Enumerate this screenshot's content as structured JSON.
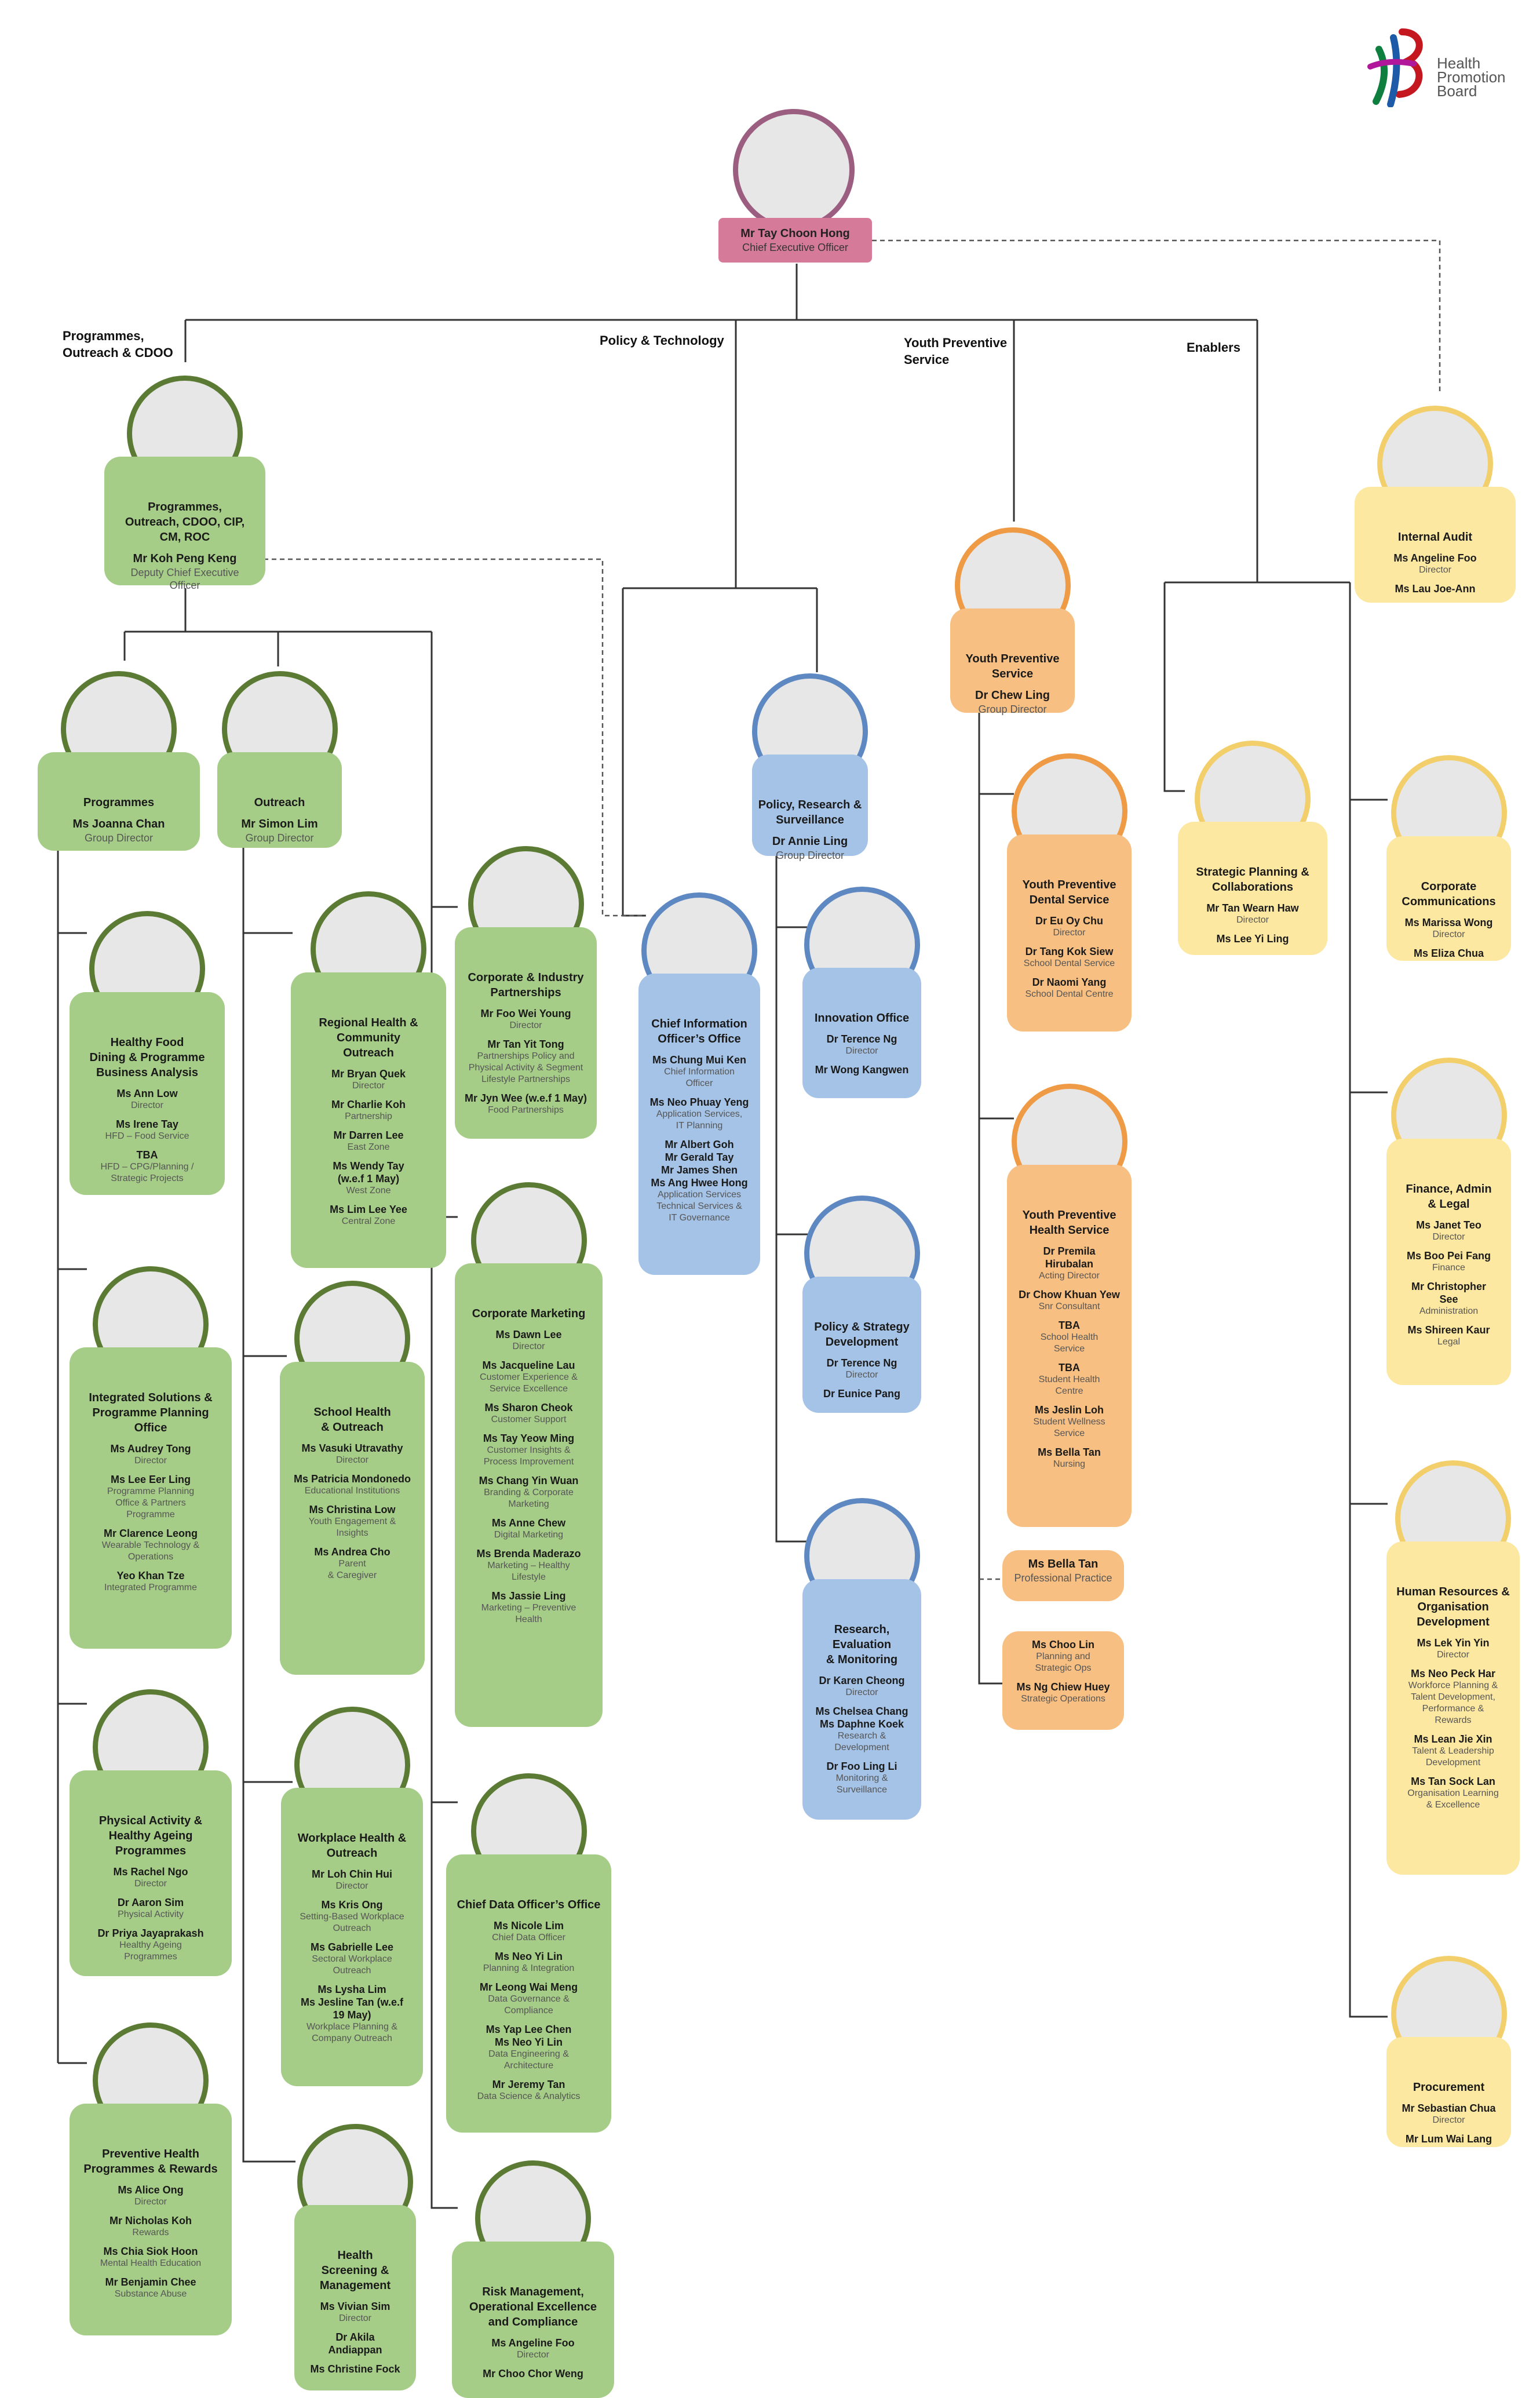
{
  "logo": {
    "line1": "Health",
    "line2": "Promotion",
    "line3": "Board"
  },
  "ceo": {
    "name": "Mr Tay Choon Hong",
    "role": "Chief Executive Officer"
  },
  "sections": {
    "programmes": "Programmes,\nOutreach & CDOO",
    "policy": "Policy & Technology",
    "youth": "Youth Preventive\nService",
    "enablers": "Enablers"
  },
  "cards": [
    {
      "id": "dce",
      "color": "green",
      "title": "Programmes,\nOutreach, CDOO, CIP,\nCM, ROC",
      "people": [
        {
          "name": "Mr Koh Peng Keng",
          "role": "Deputy Chief Executive\nOfficer"
        }
      ]
    },
    {
      "id": "prog",
      "color": "green",
      "title": "Programmes",
      "people": [
        {
          "name": "Ms Joanna Chan",
          "role": "Group Director"
        }
      ]
    },
    {
      "id": "outreach",
      "color": "green",
      "title": "Outreach",
      "people": [
        {
          "name": "Mr Simon Lim",
          "role": "Group Director"
        }
      ]
    },
    {
      "id": "hfd",
      "color": "green",
      "title": "Healthy Food\nDining & Programme\nBusiness Analysis",
      "people": [
        {
          "name": "Ms Ann Low",
          "role": "Director"
        },
        {
          "name": "Ms Irene Tay",
          "role": "HFD – Food Service"
        },
        {
          "name": "TBA",
          "role": "HFD – CPG/Planning /\nStrategic Projects"
        }
      ]
    },
    {
      "id": "isppo",
      "color": "green",
      "title": "Integrated Solutions &\nProgramme Planning\nOffice",
      "people": [
        {
          "name": "Ms Audrey Tong",
          "role": "Director"
        },
        {
          "name": "Ms Lee Eer Ling",
          "role": "Programme Planning\nOffice & Partners\nProgramme"
        },
        {
          "name": "Mr Clarence Leong",
          "role": "Wearable Technology &\nOperations"
        },
        {
          "name": "Yeo Khan Tze",
          "role": "Integrated Programme"
        }
      ]
    },
    {
      "id": "paha",
      "color": "green",
      "title": "Physical Activity &\nHealthy Ageing\nProgrammes",
      "people": [
        {
          "name": "Ms Rachel Ngo",
          "role": "Director"
        },
        {
          "name": "Dr Aaron Sim",
          "role": "Physical Activity"
        },
        {
          "name": "Dr Priya Jayaprakash",
          "role": "Healthy Ageing\nProgrammes"
        }
      ]
    },
    {
      "id": "phpr",
      "color": "green",
      "title": "Preventive Health\nProgrammes & Rewards",
      "people": [
        {
          "name": "Ms Alice Ong",
          "role": "Director"
        },
        {
          "name": "Mr Nicholas Koh",
          "role": "Rewards"
        },
        {
          "name": "Ms Chia Siok Hoon",
          "role": "Mental Health Education"
        },
        {
          "name": "Mr Benjamin Chee",
          "role": "Substance Abuse"
        }
      ]
    },
    {
      "id": "rhco",
      "color": "green",
      "title": "Regional Health &\nCommunity\nOutreach",
      "people": [
        {
          "name": "Mr Bryan Quek",
          "role": "Director"
        },
        {
          "name": "Mr Charlie Koh",
          "role": "Partnership"
        },
        {
          "name": "Mr Darren Lee",
          "role": "East Zone"
        },
        {
          "name": "Ms Wendy Tay\n(w.e.f 1 May)",
          "role": "West Zone"
        },
        {
          "name": "Ms Lim Lee Yee",
          "role": "Central Zone"
        }
      ]
    },
    {
      "id": "sho",
      "color": "green",
      "title": "School Health\n& Outreach",
      "people": [
        {
          "name": "Ms Vasuki Utravathy",
          "role": "Director"
        },
        {
          "name": "Ms Patricia Mondonedo",
          "role": "Educational Institutions"
        },
        {
          "name": "Ms Christina Low",
          "role": "Youth Engagement &\nInsights"
        },
        {
          "name": "Ms Andrea Cho",
          "role": "Parent\n& Caregiver"
        }
      ]
    },
    {
      "id": "who",
      "color": "green",
      "title": "Workplace Health &\nOutreach",
      "people": [
        {
          "name": "Mr Loh Chin Hui",
          "role": "Director"
        },
        {
          "name": "Ms Kris Ong",
          "role": "Setting-Based Workplace\nOutreach"
        },
        {
          "name": "Ms Gabrielle Lee",
          "role": "Sectoral Workplace\nOutreach"
        },
        {
          "name": "Ms Lysha Lim\nMs Jesline Tan  (w.e.f\n19 May)",
          "role": "Workplace Planning &\nCompany Outreach"
        }
      ]
    },
    {
      "id": "hsm",
      "color": "green",
      "title": "Health\nScreening &\nManagement",
      "people": [
        {
          "name": "Ms Vivian Sim",
          "role": "Director"
        },
        {
          "name": "Dr Akila\nAndiappan",
          "role": ""
        },
        {
          "name": "Ms Christine Fock",
          "role": ""
        }
      ]
    },
    {
      "id": "cip",
      "color": "green",
      "title": "Corporate & Industry\nPartnerships",
      "people": [
        {
          "name": "Mr Foo Wei Young",
          "role": "Director"
        },
        {
          "name": "Mr Tan Yit Tong",
          "role": "Partnerships Policy and\nPhysical Activity & Segment\nLifestyle Partnerships"
        },
        {
          "name": "Mr Jyn Wee (w.e.f 1 May)",
          "role": "Food Partnerships"
        }
      ]
    },
    {
      "id": "cm",
      "color": "green",
      "title": "Corporate Marketing",
      "people": [
        {
          "name": "Ms Dawn Lee",
          "role": "Director"
        },
        {
          "name": "Ms Jacqueline Lau",
          "role": "Customer Experience &\nService Excellence"
        },
        {
          "name": "Ms Sharon Cheok",
          "role": "Customer Support"
        },
        {
          "name": "Ms Tay Yeow Ming",
          "role": "Customer Insights &\nProcess Improvement"
        },
        {
          "name": "Ms Chang Yin Wuan",
          "role": "Branding & Corporate\nMarketing"
        },
        {
          "name": "Ms Anne Chew",
          "role": "Digital Marketing"
        },
        {
          "name": "Ms Brenda Maderazo",
          "role": "Marketing – Healthy\nLifestyle"
        },
        {
          "name": "Ms Jassie Ling",
          "role": "Marketing – Preventive\nHealth"
        }
      ]
    },
    {
      "id": "cdoo",
      "color": "green",
      "title": "Chief Data Officer’s Office",
      "people": [
        {
          "name": "Ms Nicole Lim",
          "role": "Chief Data Officer"
        },
        {
          "name": "Ms Neo Yi Lin",
          "role": "Planning & Integration"
        },
        {
          "name": "Mr Leong Wai Meng",
          "role": "Data Governance &\nCompliance"
        },
        {
          "name": "Ms Yap Lee Chen\nMs Neo Yi Lin",
          "role": "Data Engineering &\nArchitecture"
        },
        {
          "name": "Mr Jeremy Tan",
          "role": "Data Science & Analytics"
        }
      ]
    },
    {
      "id": "rmoe",
      "color": "green",
      "title": "Risk Management,\nOperational Excellence\nand Compliance",
      "people": [
        {
          "name": "Ms Angeline Foo",
          "role": "Director"
        },
        {
          "name": "Mr Choo Chor Weng",
          "role": ""
        }
      ]
    },
    {
      "id": "cio",
      "color": "blue",
      "title": "Chief Information\nOfficer’s Office",
      "people": [
        {
          "name": "Ms Chung Mui Ken",
          "role": "Chief Information\nOfficer"
        },
        {
          "name": "Ms Neo Phuay Yeng",
          "role": "Application Services,\nIT Planning"
        },
        {
          "name": "Mr Albert Goh\nMr Gerald Tay\nMr James Shen\nMs Ang Hwee Hong",
          "role": "Application Services\nTechnical Services &\nIT Governance"
        }
      ]
    },
    {
      "id": "prs",
      "color": "blue",
      "title": "Policy, Research &\nSurveillance",
      "people": [
        {
          "name": "Dr Annie Ling",
          "role": "Group Director"
        }
      ]
    },
    {
      "id": "inno",
      "color": "blue",
      "title": "Innovation Office",
      "people": [
        {
          "name": "Dr Terence Ng",
          "role": "Director"
        },
        {
          "name": "Mr Wong Kangwen",
          "role": ""
        }
      ]
    },
    {
      "id": "psd",
      "color": "blue",
      "title": "Policy & Strategy\nDevelopment",
      "people": [
        {
          "name": "Dr Terence Ng",
          "role": "Director"
        },
        {
          "name": "Dr Eunice Pang",
          "role": ""
        }
      ]
    },
    {
      "id": "rem",
      "color": "blue",
      "title": "Research, Evaluation\n& Monitoring",
      "people": [
        {
          "name": "Dr Karen Cheong",
          "role": "Director"
        },
        {
          "name": "Ms Chelsea Chang\nMs Daphne Koek",
          "role": "Research &\nDevelopment"
        },
        {
          "name": "Dr Foo Ling Li",
          "role": "Monitoring &\nSurveillance"
        }
      ]
    },
    {
      "id": "yps",
      "color": "orange",
      "title": "Youth Preventive\nService",
      "people": [
        {
          "name": "Dr Chew Ling",
          "role": "Group Director"
        }
      ]
    },
    {
      "id": "ypds",
      "color": "orange",
      "title": "Youth Preventive\nDental Service",
      "people": [
        {
          "name": "Dr Eu Oy Chu",
          "role": "Director"
        },
        {
          "name": "Dr Tang Kok Siew",
          "role": "School Dental Service"
        },
        {
          "name": "Dr Naomi Yang",
          "role": "School Dental Centre"
        }
      ]
    },
    {
      "id": "yphs",
      "color": "orange",
      "title": "Youth Preventive\nHealth Service",
      "people": [
        {
          "name": "Dr Premila\nHirubalan",
          "role": "Acting Director"
        },
        {
          "name": "Dr Chow Khuan Yew",
          "role": "Snr Consultant"
        },
        {
          "name": "TBA",
          "role": "School Health\nService"
        },
        {
          "name": "TBA",
          "role": "Student Health\nCentre"
        },
        {
          "name": "Ms Jeslin Loh",
          "role": "Student Wellness\nService"
        },
        {
          "name": "Ms Bella Tan",
          "role": "Nursing"
        }
      ]
    },
    {
      "id": "pp",
      "color": "orange",
      "title": "",
      "people": [
        {
          "name": "Ms Bella Tan",
          "role": "Professional Practice"
        }
      ]
    },
    {
      "id": "pso",
      "color": "orange",
      "title": "",
      "people": [
        {
          "name": "Ms Choo Lin",
          "role": "Planning and\nStrategic Ops"
        },
        {
          "name": "Ms Ng Chiew Huey",
          "role": "Strategic Operations"
        }
      ]
    },
    {
      "id": "ia",
      "color": "yellow",
      "title": "Internal Audit",
      "people": [
        {
          "name": "Ms Angeline Foo",
          "role": "Director"
        },
        {
          "name": "Ms Lau Joe-Ann",
          "role": ""
        }
      ]
    },
    {
      "id": "spc",
      "color": "yellow",
      "title": "Strategic Planning &\nCollaborations",
      "people": [
        {
          "name": "Mr Tan Wearn Haw",
          "role": "Director"
        },
        {
          "name": "Ms Lee Yi Ling",
          "role": ""
        }
      ]
    },
    {
      "id": "cc",
      "color": "yellow",
      "title": "Corporate\nCommunications",
      "people": [
        {
          "name": "Ms Marissa Wong",
          "role": "Director"
        },
        {
          "name": "Ms Eliza Chua",
          "role": ""
        }
      ]
    },
    {
      "id": "fal",
      "color": "yellow",
      "title": "Finance, Admin\n& Legal",
      "people": [
        {
          "name": "Ms Janet Teo",
          "role": "Director"
        },
        {
          "name": "Ms Boo Pei Fang",
          "role": "Finance"
        },
        {
          "name": "Mr Christopher\nSee",
          "role": "Administration"
        },
        {
          "name": "Ms Shireen Kaur",
          "role": "Legal"
        }
      ]
    },
    {
      "id": "hrod",
      "color": "yellow",
      "title": "Human Resources &\nOrganisation\nDevelopment",
      "people": [
        {
          "name": "Ms Lek Yin Yin",
          "role": "Director"
        },
        {
          "name": "Ms Neo Peck Har",
          "role": "Workforce Planning &\nTalent Development,\nPerformance &\nRewards"
        },
        {
          "name": "Ms Lean Jie Xin",
          "role": "Talent & Leadership\nDevelopment"
        },
        {
          "name": "Ms Tan Sock Lan",
          "role": "Organisation Learning\n& Excellence"
        }
      ]
    },
    {
      "id": "proc",
      "color": "yellow",
      "title": "Procurement",
      "people": [
        {
          "name": "Mr Sebastian Chua",
          "role": "Director"
        },
        {
          "name": "Mr Lum Wai Lang",
          "role": ""
        }
      ]
    }
  ]
}
